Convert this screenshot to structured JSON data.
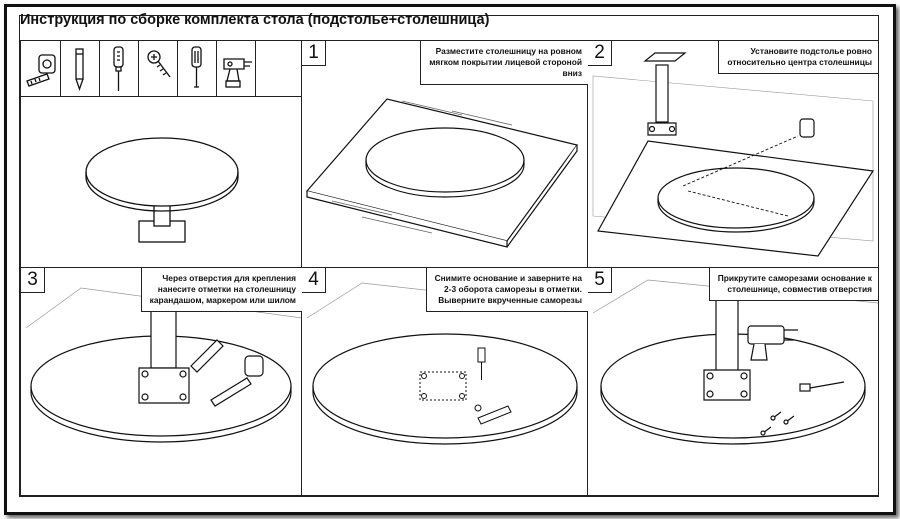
{
  "title": "Инструкция по сборке комплекта стола (подстолье+столешница)",
  "tools": [
    "tape-measure-icon",
    "pencil-icon",
    "awl-icon",
    "screw-icon",
    "screwdriver-icon",
    "drill-icon"
  ],
  "steps": [
    {
      "number": "1",
      "lines": [
        "Разместите столешницу на ровном",
        "мягком покрытии лицевой стороной",
        "вниз"
      ]
    },
    {
      "number": "2",
      "lines": [
        "Установите подстолье ровно",
        "относительно центра столешницы"
      ]
    },
    {
      "number": "3",
      "lines": [
        "Через отверстия для крепления",
        "нанесите отметки на столешницу",
        "карандашом, маркером или шилом"
      ]
    },
    {
      "number": "4",
      "lines": [
        "Снимите основание и заверните на",
        "2-3 оборота саморезы в отметки.",
        "Выверните вкрученные саморезы"
      ]
    },
    {
      "number": "5",
      "lines": [
        "Прикрутите саморезами основание к",
        "столешнице, совместив отверстия"
      ]
    }
  ]
}
